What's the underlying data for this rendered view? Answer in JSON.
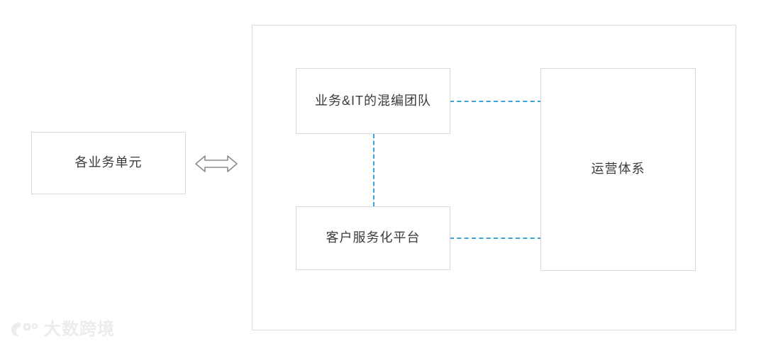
{
  "diagram": {
    "left_unit": {
      "label": "各业务单元"
    },
    "relation_icon": {
      "name": "double-headed-arrow-icon",
      "glyph": "⟺"
    },
    "container": {
      "border_color": "#dcdcdc",
      "background": "#ffffff"
    },
    "nodes": [
      {
        "id": "mixed-team",
        "label": "业务&IT的混编团队"
      },
      {
        "id": "service-platform",
        "label": "客户服务化平台"
      },
      {
        "id": "ops-system",
        "label": "运营体系"
      }
    ],
    "connectors": [
      {
        "id": "team-to-ops",
        "from": "mixed-team",
        "to": "ops-system",
        "style": "dashed",
        "color": "#3ba3d6",
        "orientation": "horizontal"
      },
      {
        "id": "platform-to-ops",
        "from": "service-platform",
        "to": "ops-system",
        "style": "dashed",
        "color": "#3ba3d6",
        "orientation": "horizontal"
      },
      {
        "id": "team-to-platform",
        "from": "mixed-team",
        "to": "service-platform",
        "style": "dashed",
        "color": "#3ba3d6",
        "orientation": "vertical"
      }
    ],
    "colors": {
      "box_border": "#d9d9d9",
      "text": "#3b3b3b",
      "connector": "#3ba3d6",
      "arrow_stroke": "#8c8c8c",
      "watermark": "#ececec"
    }
  },
  "watermark": {
    "text": "大数跨境",
    "logo_name": "dashu-kuajing-logo"
  }
}
